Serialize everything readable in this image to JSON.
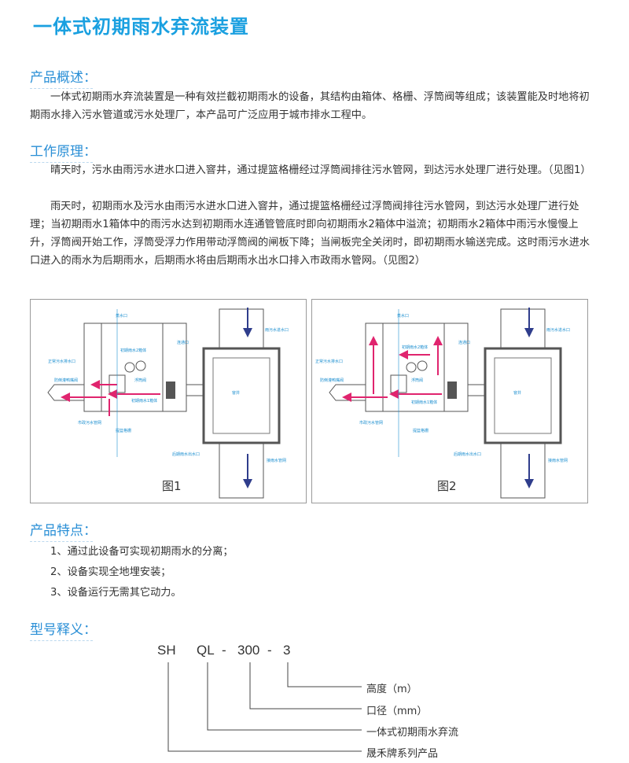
{
  "title": "一体式初期雨水弃流装置",
  "overview": {
    "heading": "产品概述：",
    "text": "一体式初期雨水弃流装置是一种有效拦截初期雨水的设备，其结构由箱体、格栅、浮筒阀等组成；该装置能及时地将初期雨水排入污水管道或污水处理厂，本产品可广泛应用于城市排水工程中。"
  },
  "principle": {
    "heading": "工作原理：",
    "p1": "晴天时，污水由雨污水进水口进入窨井，通过提篮格栅经过浮筒阀排往污水管网，到达污水处理厂进行处理。（见图1）",
    "p2": "雨天时，初期雨水及污水由雨污水进水口进入窨井，通过提篮格栅经过浮筒阀排往污水管网，到达污水处理厂进行处理；当初期雨水1箱体中的雨污水达到初期雨水连通管管底时即向初期雨水2箱体中溢流；初期雨水2箱体中雨污水慢慢上升，浮筒阀开始工作，浮筒受浮力作用带动浮筒阀的闸板下降；当闸板完全关闭时，即初期雨水输送完成。这时雨污水进水口进入的雨水为后期雨水，后期雨水将由后期雨水出水口排入市政雨水管网。（见图2）"
  },
  "figures": [
    {
      "caption": "图1",
      "labels": {
        "air": "蒸水口",
        "box2": "初期雨水2箱体",
        "link": "连通口",
        "inlet": "雨污水进水口",
        "sewer_out": "正常污水排水口",
        "float": "浮筒阀",
        "box1": "初期雨水1箱体",
        "check": "防倒灌鸭嘴阀",
        "well": "窨井",
        "muni_sewer": "市政污水管网",
        "basket": "提篮格栅",
        "late_out": "后期雨水出水口",
        "storm_net": "接雨水管网"
      }
    },
    {
      "caption": "图2",
      "labels": {
        "air": "蒸水口",
        "box2": "初期雨水2箱体",
        "link": "连通口",
        "inlet": "雨污水进水口",
        "sewer_out": "正常污水排水口",
        "float": "浮筒阀",
        "box1": "初期雨水1箱体",
        "check": "防倒灌鸭嘴阀",
        "well": "窨井",
        "muni_sewer": "市政污水管网",
        "basket": "提篮格栅",
        "late_out": "后期雨水出水口",
        "storm_net": "接雨水管网"
      }
    }
  ],
  "features": {
    "heading": "产品特点：",
    "items": [
      "1、通过此设备可实现初期雨水的分离；",
      "2、设备实现全地埋安装；",
      "3、设备运行无需其它动力。"
    ]
  },
  "model": {
    "heading": "型号释义：",
    "code": [
      "SH",
      "QL",
      "-",
      "300",
      "-",
      "3"
    ],
    "meanings": [
      "高度（m）",
      "口径（mm）",
      "一体式初期雨水弃流",
      "晟禾牌系列产品"
    ]
  },
  "colors": {
    "accent": "#1aa0e0",
    "heading": "#2a8fd6",
    "flow_red": "#e0246e",
    "flow_blue": "#2f3d8c",
    "line_blue": "#1d8fd0"
  }
}
